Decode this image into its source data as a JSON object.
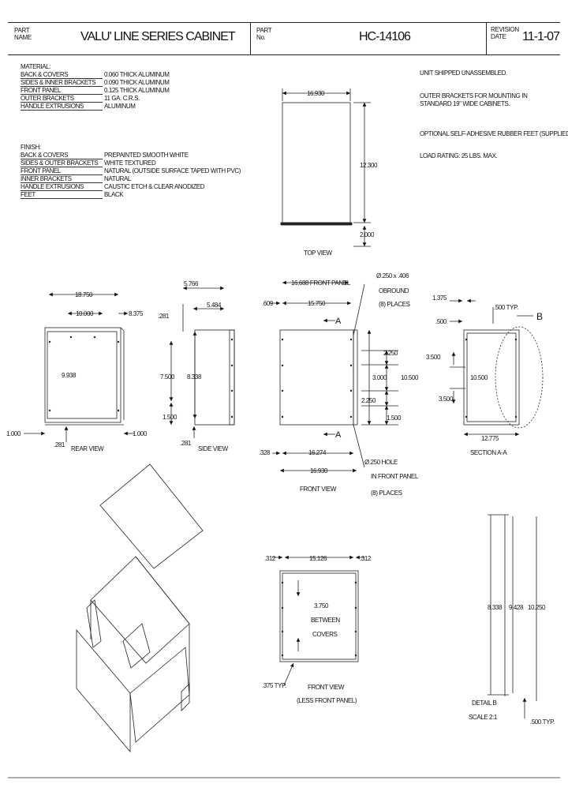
{
  "title_block": {
    "part_name_label": "PART NAME",
    "part_name": "VALU' LINE SERIES CABINET",
    "part_no_label": "PART No.",
    "part_no": "HC-14106",
    "revision_label": "REVISION DATE",
    "revision_date": "11-1-07"
  },
  "material": {
    "heading": "MATERIAL:",
    "rows": [
      {
        "k": "BACK & COVERS",
        "v": "0.060 THICK ALUMINUM"
      },
      {
        "k": "SIDES & INNER BRACKETS",
        "v": "0.090 THICK ALUMINUM"
      },
      {
        "k": "FRONT PANEL",
        "v": "0.125 THICK ALUMINUM"
      },
      {
        "k": "OUTER BRACKETS",
        "v": "11 GA. C.R.S."
      },
      {
        "k": "HANDLE EXTRUSIONS",
        "v": "ALUMINUM"
      }
    ]
  },
  "finish": {
    "heading": "FINISH:",
    "rows": [
      {
        "k": "BACK & COVERS",
        "v": "PREPAINTED SMOOTH WHITE"
      },
      {
        "k": "SIDES & OUTER BRACKETS",
        "v": "WHITE TEXTURED"
      },
      {
        "k": "FRONT PANEL",
        "v": "NATURAL (OUTSIDE SURFACE TAPED WITH PVC)"
      },
      {
        "k": "INNER BRACKETS",
        "v": "NATURAL"
      },
      {
        "k": "HANDLE EXTRUSIONS",
        "v": "CAUSTIC ETCH & CLEAR ANODIZED"
      },
      {
        "k": "FEET",
        "v": "BLACK"
      }
    ]
  },
  "notes": [
    "UNIT SHIPPED UNASSEMBLED.",
    "OUTER BRACKETS FOR MOUNTING IN",
    "STANDARD 19\" WIDE CABINETS.",
    "OPTIONAL SELF-ADHESIVE RUBBER FEET (SUPPLIED)",
    "LOAD RATING: 25 LBS. MAX."
  ],
  "top_view": {
    "w": "16.930",
    "d": "12.300",
    "h": "2.000",
    "label": "TOP VIEW"
  },
  "rear_view": {
    "d1": "18.750",
    "d2": "10.000",
    "d3": "8.375",
    "d4": "9.938",
    "d5": "1.000",
    "d6": "1.000",
    "d7": ".281",
    "label": "REAR VIEW"
  },
  "side_view": {
    "d1": "5.766",
    "d2": "5.484",
    "d3": ".281",
    "d4": "7.500",
    "d5": "8.338",
    "d6": "1.500",
    "d7": ".281",
    "label": "SIDE VIEW"
  },
  "front_view": {
    "panel": "16.688 FRONT PANEL",
    "d1": ".609",
    "d2": "15.750",
    "note1a": "Ø.250 x .406",
    "note1b": "OBROUND",
    "note1c": "(8) PLACES",
    "d3": "2.250",
    "d4": "3.000",
    "d5": "2.250",
    "d6": "1.500",
    "d7": "10.500",
    "d8": ".328",
    "d9": "16.274",
    "d10": "16.930",
    "note2a": "Ø.250 HOLE",
    "note2b": "IN FRONT PANEL",
    "note2c": "(8) PLACES",
    "section_mark": "A",
    "label": "FRONT VIEW"
  },
  "section_aa": {
    "d1": "1.375",
    "d2": ".500 TYP.",
    "d3": ".500",
    "d4": "3.500",
    "d5": "10.500",
    "d6": "3.500",
    "d7": "12.775",
    "detail": "B",
    "label": "SECTION A-A"
  },
  "front_view2": {
    "d1": ".312",
    "d2": "15.126",
    "d3": ".312",
    "c1": "3.750",
    "c2": "BETWEEN",
    "c3": "COVERS",
    "d4": ".375 TYP.",
    "label1": "FRONT VIEW",
    "label2": "(LESS FRONT PANEL)"
  },
  "detail_b": {
    "d1": "8.338",
    "d2": "9.428",
    "d3": "10.250",
    "d4": ".500 TYP.",
    "label1": "DETAIL B",
    "label2": "SCALE 2:1"
  }
}
